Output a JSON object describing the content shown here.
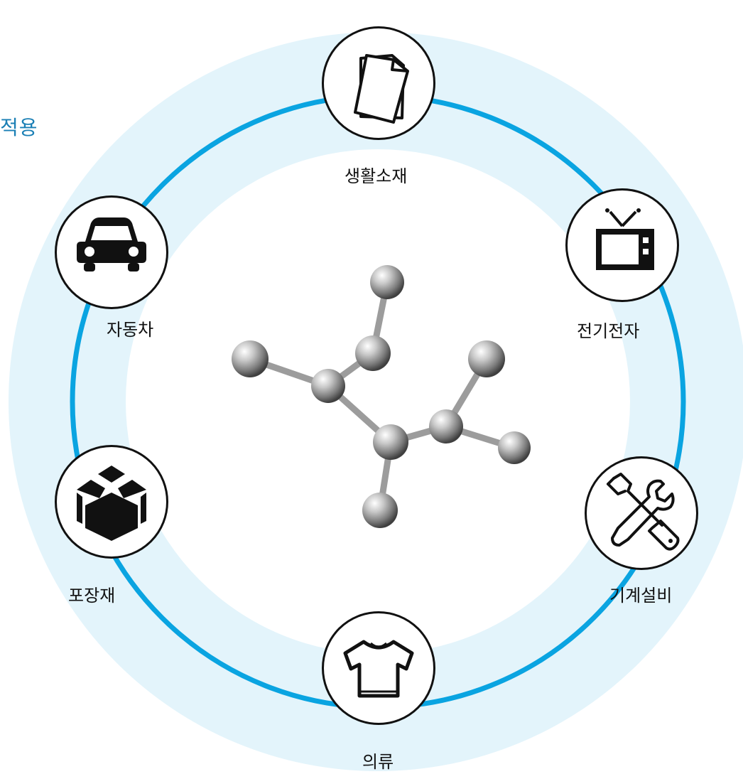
{
  "heading": "적용",
  "center": {
    "icon": "molecule-model"
  },
  "ring_colors": {
    "outer_band": "#e3f4fb",
    "ring_line": "#0aa4e1"
  },
  "nodes": [
    {
      "id": "living",
      "label": "생활소재",
      "icon": "documents-icon"
    },
    {
      "id": "electronics",
      "label": "전기전자",
      "icon": "tv-icon"
    },
    {
      "id": "machinery",
      "label": "기계설비",
      "icon": "tools-icon"
    },
    {
      "id": "clothing",
      "label": "의류",
      "icon": "tshirt-icon"
    },
    {
      "id": "packaging",
      "label": "포장재",
      "icon": "boxes-icon"
    },
    {
      "id": "automobile",
      "label": "자동차",
      "icon": "car-icon"
    }
  ]
}
